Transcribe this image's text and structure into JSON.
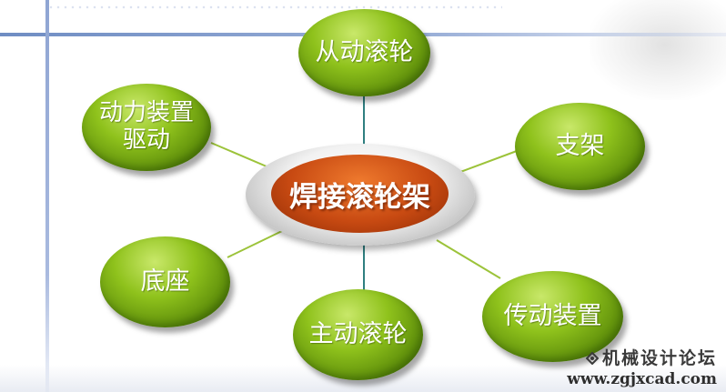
{
  "diagram": {
    "center": {
      "label": "焊接滚轮架"
    },
    "nodes": [
      {
        "id": "top",
        "label": "从动滚轮"
      },
      {
        "id": "upper-left",
        "line1": "动力装置",
        "line2": "驱动"
      },
      {
        "id": "right",
        "label": "支架"
      },
      {
        "id": "lower-left",
        "label": "底座"
      },
      {
        "id": "bottom",
        "label": "主动滚轮"
      },
      {
        "id": "lower-right",
        "label": "传动装置"
      }
    ],
    "colors": {
      "node_green": "#8fc21c",
      "center_orange": "#c84a12",
      "link_green": "#9cc33a",
      "link_teal": "#2f7f80"
    }
  },
  "watermark": {
    "site_name": "机械设计论坛",
    "url": "www.zgjxcad.com"
  }
}
